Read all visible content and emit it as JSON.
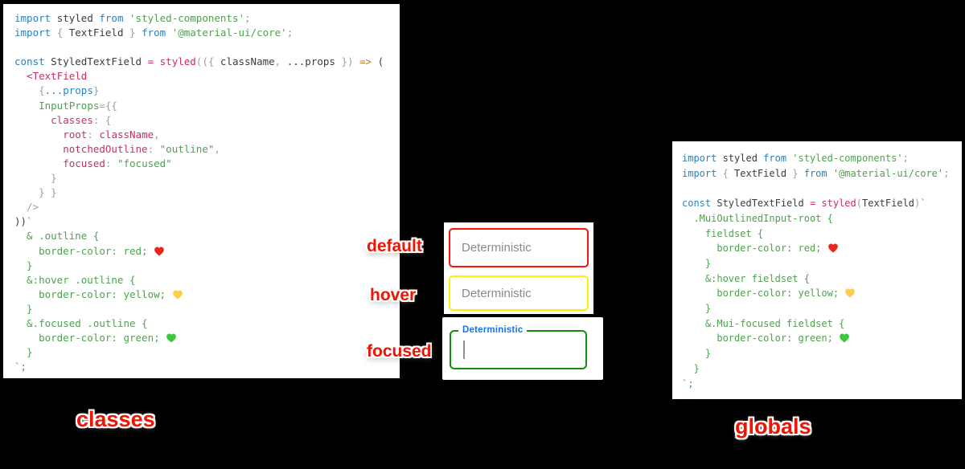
{
  "background_color": "#000000",
  "captions": {
    "left": "classes",
    "right": "globals"
  },
  "annotations": {
    "default": "default",
    "hover": "hover",
    "focused": "focused"
  },
  "textfields": {
    "default": {
      "placeholder": "Deterministic",
      "border_color": "#fb1307"
    },
    "hover": {
      "placeholder": "Deterministic",
      "border_color": "#fdf001"
    },
    "focused": {
      "label": "Deterministic",
      "value": "",
      "border_color": "#0d8e0d",
      "label_color": "#1a73e8"
    }
  },
  "syntax_colors": {
    "keyword": "#2e80b8",
    "identifier": "#383c44",
    "punctuation": "#9aa0a8",
    "object_key_pink": "#c62f63",
    "string_green": "#4fa14f",
    "css_green": "#4fa14f",
    "arrow_orange": "#bf7a16",
    "heart_red": "#e8261d",
    "heart_yellow": "#ffcb4c",
    "heart_green": "#3fc53f"
  },
  "code_left": {
    "lines": [
      [
        {
          "t": "import ",
          "c": "kw"
        },
        {
          "t": "styled ",
          "c": "id"
        },
        {
          "t": "from ",
          "c": "kw"
        },
        {
          "t": "'styled-components'",
          "c": "str"
        },
        {
          "t": ";",
          "c": "punc"
        }
      ],
      [
        {
          "t": "import ",
          "c": "kw"
        },
        {
          "t": "{ ",
          "c": "punc"
        },
        {
          "t": "TextField ",
          "c": "id"
        },
        {
          "t": "} ",
          "c": "punc"
        },
        {
          "t": "from ",
          "c": "kw"
        },
        {
          "t": "'@material-ui/core'",
          "c": "str"
        },
        {
          "t": ";",
          "c": "punc"
        }
      ],
      [],
      [
        {
          "t": "const ",
          "c": "kw"
        },
        {
          "t": "StyledTextField ",
          "c": "id"
        },
        {
          "t": "= ",
          "c": "key"
        },
        {
          "t": "styled",
          "c": "key"
        },
        {
          "t": "((",
          "c": "punc"
        },
        {
          "t": "{ ",
          "c": "punc"
        },
        {
          "t": "className",
          "c": "id"
        },
        {
          "t": ", ",
          "c": "punc"
        },
        {
          "t": "...props ",
          "c": "id"
        },
        {
          "t": "}) ",
          "c": "punc"
        },
        {
          "t": "=>",
          "c": "op"
        },
        {
          "t": " (",
          "c": "id"
        }
      ],
      [
        {
          "t": "  ",
          "c": "id"
        },
        {
          "t": "<TextField",
          "c": "key"
        }
      ],
      [
        {
          "t": "    ",
          "c": "id"
        },
        {
          "t": "{",
          "c": "punc"
        },
        {
          "t": "...props",
          "c": "kw"
        },
        {
          "t": "}",
          "c": "punc"
        }
      ],
      [
        {
          "t": "    ",
          "c": "id"
        },
        {
          "t": "InputProps",
          "c": "attr"
        },
        {
          "t": "=",
          "c": "punc"
        },
        {
          "t": "{{",
          "c": "punc"
        }
      ],
      [
        {
          "t": "      ",
          "c": "id"
        },
        {
          "t": "classes",
          "c": "key"
        },
        {
          "t": ": ",
          "c": "punc"
        },
        {
          "t": "{",
          "c": "punc"
        }
      ],
      [
        {
          "t": "        ",
          "c": "id"
        },
        {
          "t": "root",
          "c": "key"
        },
        {
          "t": ": ",
          "c": "punc"
        },
        {
          "t": "className",
          "c": "key"
        },
        {
          "t": ",",
          "c": "punc"
        }
      ],
      [
        {
          "t": "        ",
          "c": "id"
        },
        {
          "t": "notchedOutline",
          "c": "key"
        },
        {
          "t": ": ",
          "c": "punc"
        },
        {
          "t": "\"outline\"",
          "c": "str"
        },
        {
          "t": ",",
          "c": "punc"
        }
      ],
      [
        {
          "t": "        ",
          "c": "id"
        },
        {
          "t": "focused",
          "c": "key"
        },
        {
          "t": ": ",
          "c": "punc"
        },
        {
          "t": "\"focused\"",
          "c": "str"
        }
      ],
      [
        {
          "t": "      }",
          "c": "punc"
        }
      ],
      [
        {
          "t": "    } }",
          "c": "punc"
        }
      ],
      [
        {
          "t": "  />",
          "c": "punc"
        }
      ],
      [
        {
          "t": "))",
          "c": "id"
        },
        {
          "t": "`",
          "c": "str"
        }
      ],
      [
        {
          "t": "  & .outline {",
          "c": "css"
        }
      ],
      [
        {
          "t": "    border-color: red; ",
          "c": "css"
        },
        {
          "icon": "heart-red"
        }
      ],
      [
        {
          "t": "  }",
          "c": "css"
        }
      ],
      [
        {
          "t": "  &:hover .outline {",
          "c": "css"
        }
      ],
      [
        {
          "t": "    border-color: yellow; ",
          "c": "css"
        },
        {
          "icon": "heart-yellow"
        }
      ],
      [
        {
          "t": "  }",
          "c": "css"
        }
      ],
      [
        {
          "t": "  &.focused .outline {",
          "c": "css"
        }
      ],
      [
        {
          "t": "    border-color: green; ",
          "c": "css"
        },
        {
          "icon": "heart-green"
        }
      ],
      [
        {
          "t": "  }",
          "c": "css"
        }
      ],
      [
        {
          "t": "`;",
          "c": "css"
        }
      ]
    ]
  },
  "code_right": {
    "lines": [
      [
        {
          "t": "import ",
          "c": "kw"
        },
        {
          "t": "styled ",
          "c": "id"
        },
        {
          "t": "from ",
          "c": "kw"
        },
        {
          "t": "'styled-components'",
          "c": "str"
        },
        {
          "t": ";",
          "c": "punc"
        }
      ],
      [
        {
          "t": "import ",
          "c": "kw"
        },
        {
          "t": "{ ",
          "c": "punc"
        },
        {
          "t": "TextField ",
          "c": "id"
        },
        {
          "t": "} ",
          "c": "punc"
        },
        {
          "t": "from ",
          "c": "kw"
        },
        {
          "t": "'@material-ui/core'",
          "c": "str"
        },
        {
          "t": ";",
          "c": "punc"
        }
      ],
      [],
      [
        {
          "t": "const ",
          "c": "kw"
        },
        {
          "t": "StyledTextField ",
          "c": "id"
        },
        {
          "t": "= ",
          "c": "key"
        },
        {
          "t": "styled",
          "c": "key"
        },
        {
          "t": "(",
          "c": "punc"
        },
        {
          "t": "TextField",
          "c": "id"
        },
        {
          "t": ")",
          "c": "punc"
        },
        {
          "t": "`",
          "c": "str"
        }
      ],
      [
        {
          "t": "  .MuiOutlinedInput-root {",
          "c": "css"
        }
      ],
      [
        {
          "t": "    fieldset {",
          "c": "css"
        }
      ],
      [
        {
          "t": "      border-color: red; ",
          "c": "css"
        },
        {
          "icon": "heart-red"
        }
      ],
      [
        {
          "t": "    }",
          "c": "css"
        }
      ],
      [
        {
          "t": "    &:hover fieldset {",
          "c": "css"
        }
      ],
      [
        {
          "t": "      border-color: yellow; ",
          "c": "css"
        },
        {
          "icon": "heart-yellow"
        }
      ],
      [
        {
          "t": "    }",
          "c": "css"
        }
      ],
      [
        {
          "t": "    &.Mui-focused fieldset {",
          "c": "css"
        }
      ],
      [
        {
          "t": "      border-color: green; ",
          "c": "css"
        },
        {
          "icon": "heart-green"
        }
      ],
      [
        {
          "t": "    }",
          "c": "css"
        }
      ],
      [
        {
          "t": "  }",
          "c": "css"
        }
      ],
      [
        {
          "t": "`;",
          "c": "css"
        }
      ]
    ]
  }
}
